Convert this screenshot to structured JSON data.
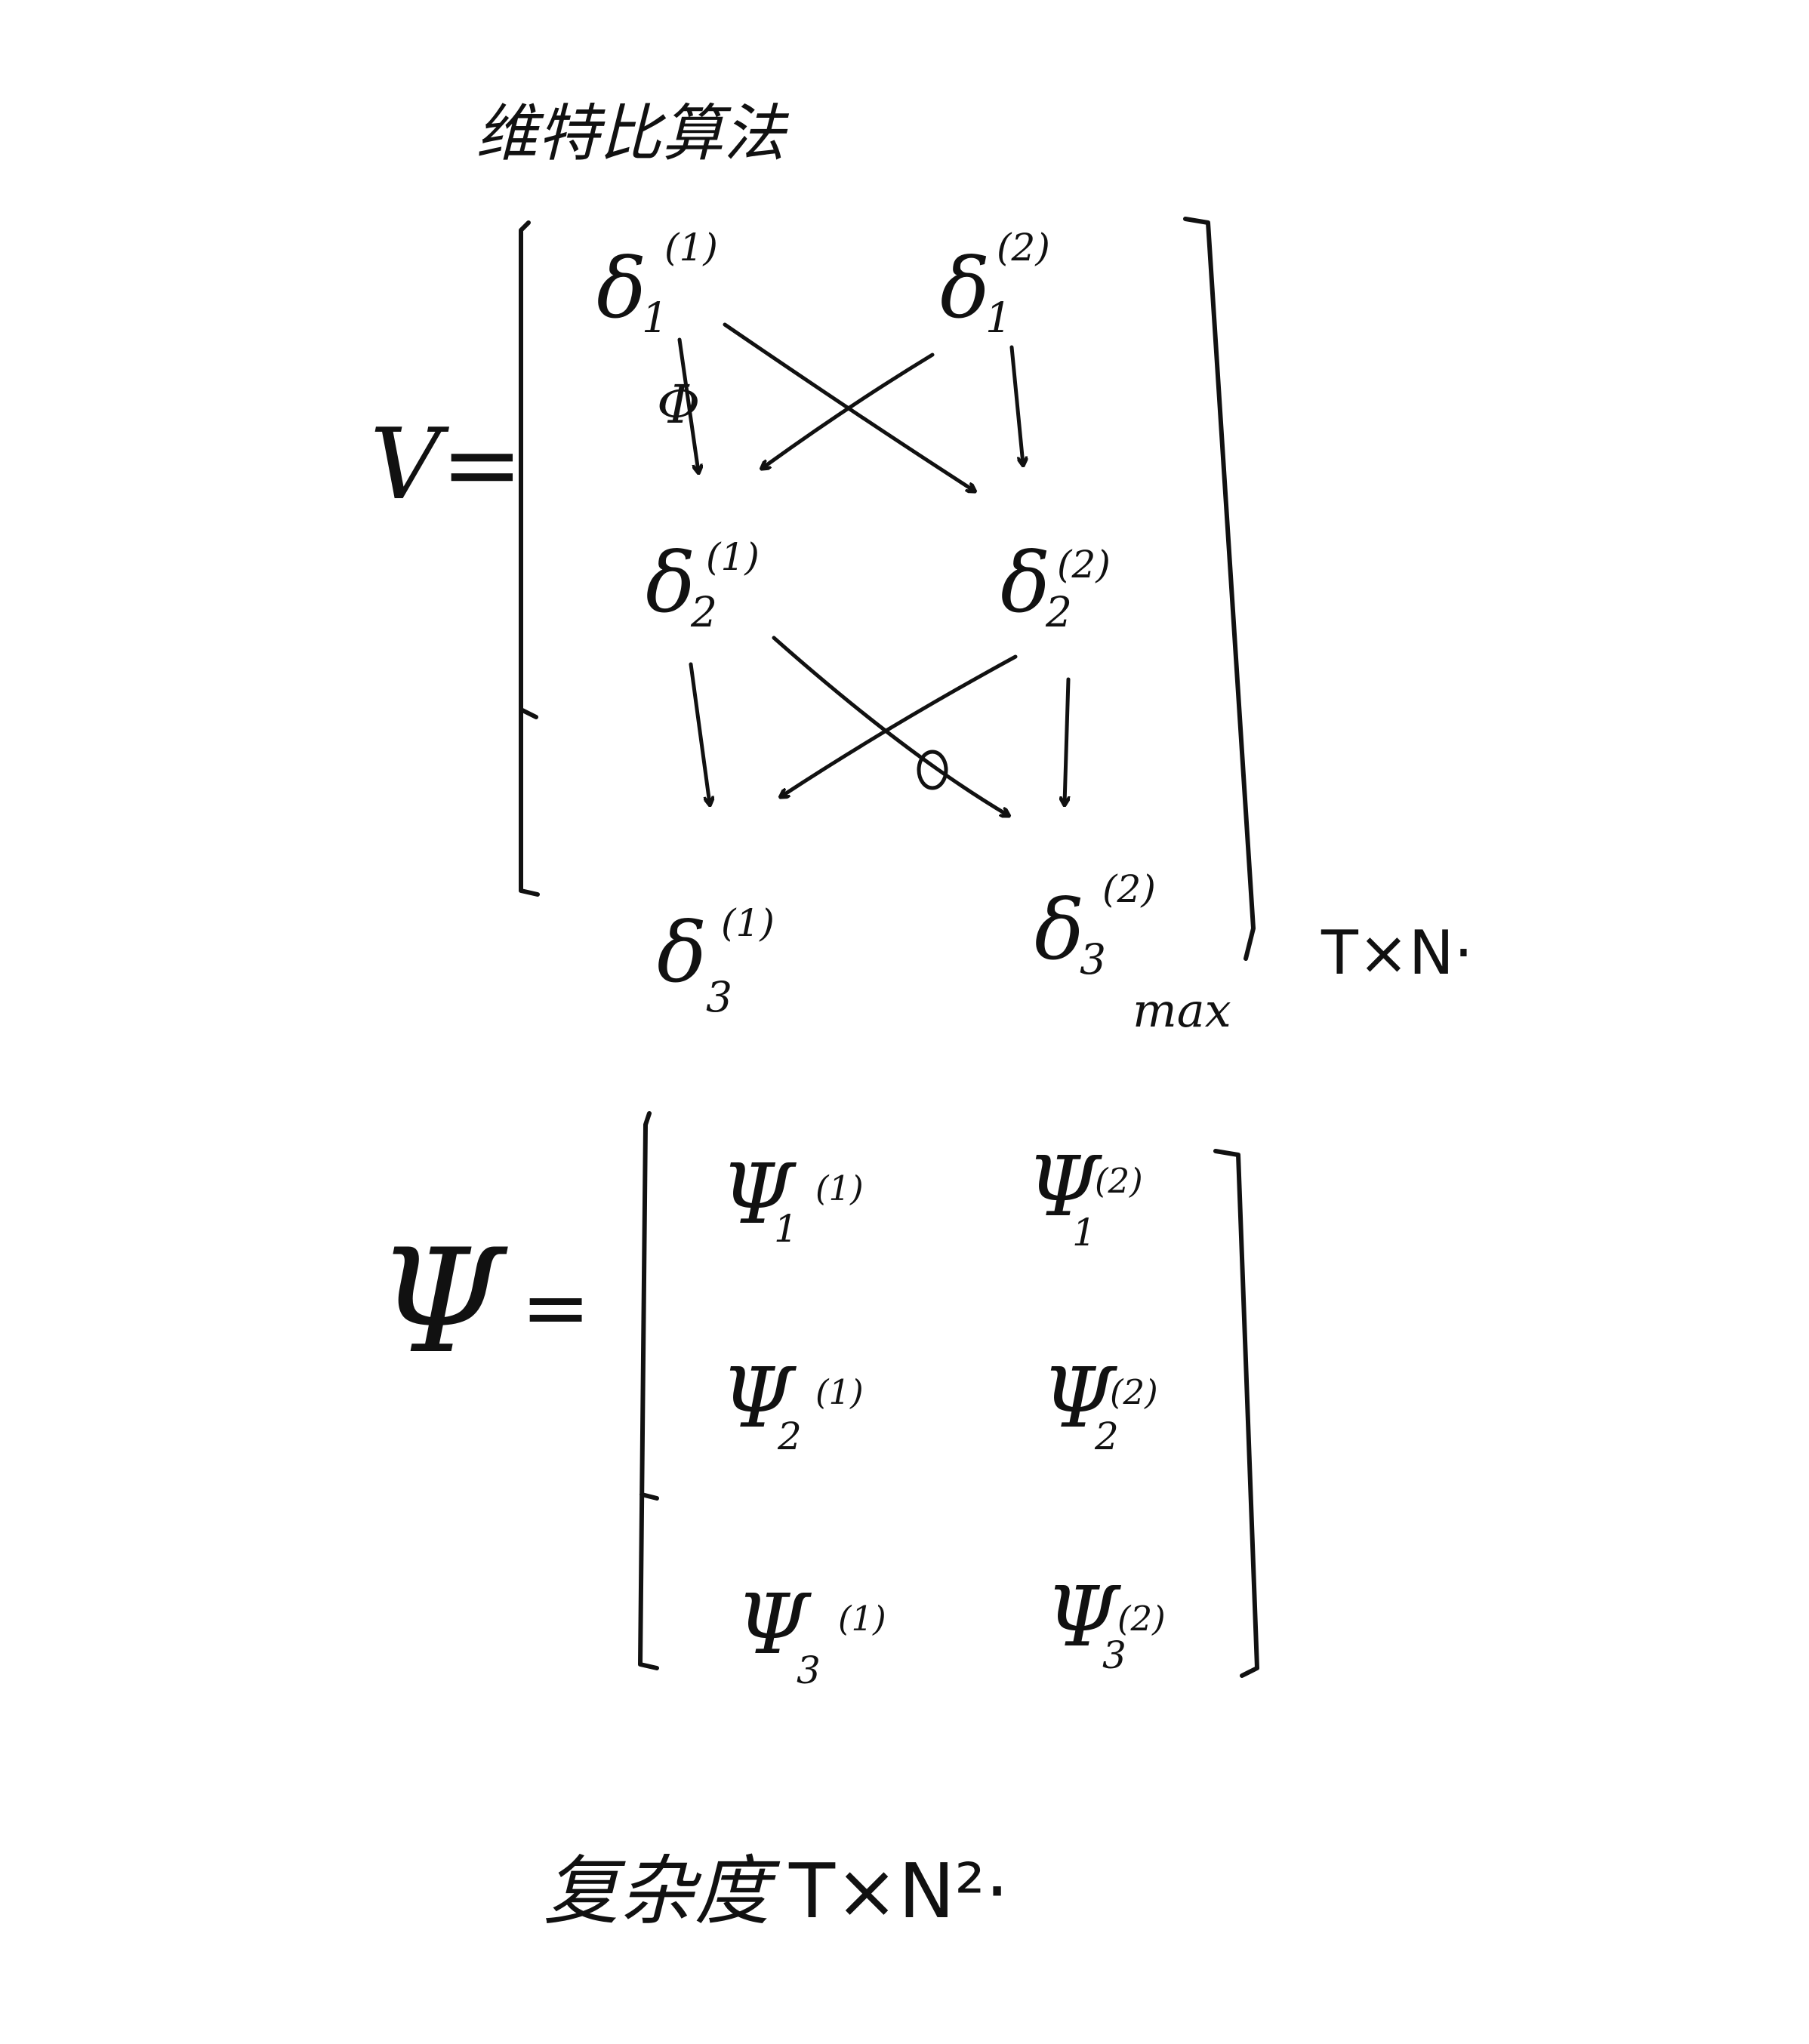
{
  "title": "维特比算法",
  "delta_matrix": {
    "lhs": "V=",
    "cells": [
      {
        "base": "δ",
        "sub": "1",
        "sup": "(1)"
      },
      {
        "base": "δ",
        "sub": "1",
        "sup": "(2)"
      },
      {
        "base": "δ",
        "sub": "2",
        "sup": "(1)"
      },
      {
        "base": "δ",
        "sub": "2",
        "sup": "(2)"
      },
      {
        "base": "δ",
        "sub": "3",
        "sup": "(1)"
      },
      {
        "base": "δ",
        "sub": "3",
        "sup": "(2)"
      }
    ],
    "arrow_label": "Φ",
    "max_label": "max",
    "size": "T×N·"
  },
  "psi_matrix": {
    "lhs": "Ψ",
    "equals": "=",
    "cells": [
      {
        "base": "Ψ",
        "sub": "1",
        "sup": "(1)"
      },
      {
        "base": "Ψ",
        "sub": "1",
        "sup": "(2)"
      },
      {
        "base": "Ψ",
        "sub": "2",
        "sup": "(1)"
      },
      {
        "base": "Ψ",
        "sub": "2",
        "sup": "(2)"
      },
      {
        "base": "Ψ",
        "sub": "3",
        "sup": "(1)"
      },
      {
        "base": "Ψ",
        "sub": "3",
        "sup": "(2)"
      }
    ]
  },
  "complexity": {
    "label": "复杂度",
    "value": "T×N²·"
  }
}
